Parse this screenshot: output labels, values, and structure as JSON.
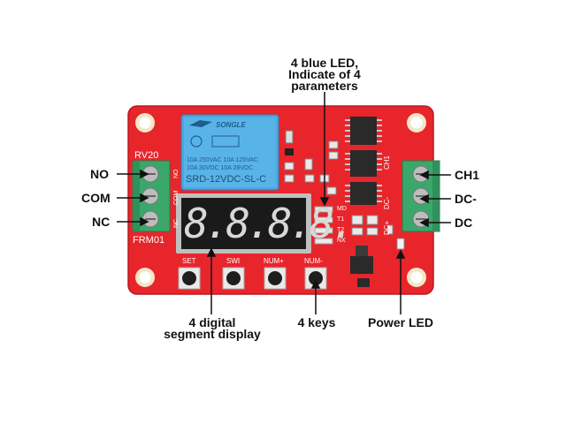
{
  "callouts": {
    "top_line1": "4 blue LED,",
    "top_line2": "Indicate of 4",
    "top_line3": "parameters",
    "no": "NO",
    "com": "COM",
    "nc": "NC",
    "ch1": "CH1",
    "dc_minus": "DC-",
    "dc": "DC",
    "display_line1": "4 digital",
    "display_line2": "segment display",
    "keys": "4 keys",
    "power_led": "Power LED"
  },
  "board": {
    "color": "#e8252b",
    "rv20": "RV20",
    "frm01": "FRM01",
    "relay": {
      "brand": "SONGLE",
      "rating_line1": "10A 250VAC  10A 125VAC",
      "rating_line2": "10A  30VDC  10A  28VDC",
      "model": "SRD-12VDC-SL-C",
      "color": "#4aa8e0"
    },
    "display": {
      "digits": "8.8.8.8.",
      "segment_color": "#d8d8d8"
    },
    "led_labels": [
      "MD",
      "T1",
      "T2",
      "NX"
    ],
    "terminal_right_labels": [
      "CH1",
      "DC-",
      "DC+"
    ],
    "terminal_left_labels": [
      "NO",
      "COM",
      "NC"
    ],
    "keys": [
      "SET",
      "SWI",
      "NUM+",
      "NUM-"
    ],
    "terminal_color": "#3aa86b"
  }
}
